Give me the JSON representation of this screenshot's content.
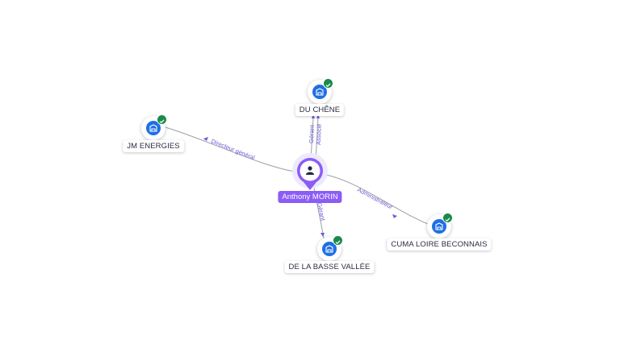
{
  "graph": {
    "center": {
      "id": "person",
      "label": "Anthony MORIN",
      "icon": "person-icon",
      "color": "#8b5cf6"
    },
    "nodes": [
      {
        "id": "du-chene",
        "label": "DU CHÊNE",
        "icon": "company-icon",
        "verified_icon": "check-icon"
      },
      {
        "id": "jm-energies",
        "label": "JM ENERGIES",
        "icon": "company-icon",
        "verified_icon": "check-icon"
      },
      {
        "id": "cuma",
        "label": "CUMA LOIRE BECONNAIS",
        "icon": "company-icon",
        "verified_icon": "check-icon"
      },
      {
        "id": "basse-vallee",
        "label": "DE LA BASSE VALLÉE",
        "icon": "company-icon",
        "verified_icon": "check-icon"
      }
    ],
    "edges": [
      {
        "id": "e-du-chene-1",
        "target": "du-chene",
        "label": "Gérant"
      },
      {
        "id": "e-du-chene-2",
        "target": "du-chene",
        "label": "Associé"
      },
      {
        "id": "e-jm",
        "target": "jm-energies",
        "label": "Directeur général"
      },
      {
        "id": "e-cuma",
        "target": "cuma",
        "label": "Administrateur"
      },
      {
        "id": "e-basse",
        "target": "basse-vallee",
        "label": "Gérant"
      }
    ],
    "colors": {
      "company_fill": "#1f6fe5",
      "verified": "#1a8a4a",
      "edge": "#9aa0a6",
      "edge_label": "#6b5bd6",
      "person": "#8b5cf6"
    }
  }
}
